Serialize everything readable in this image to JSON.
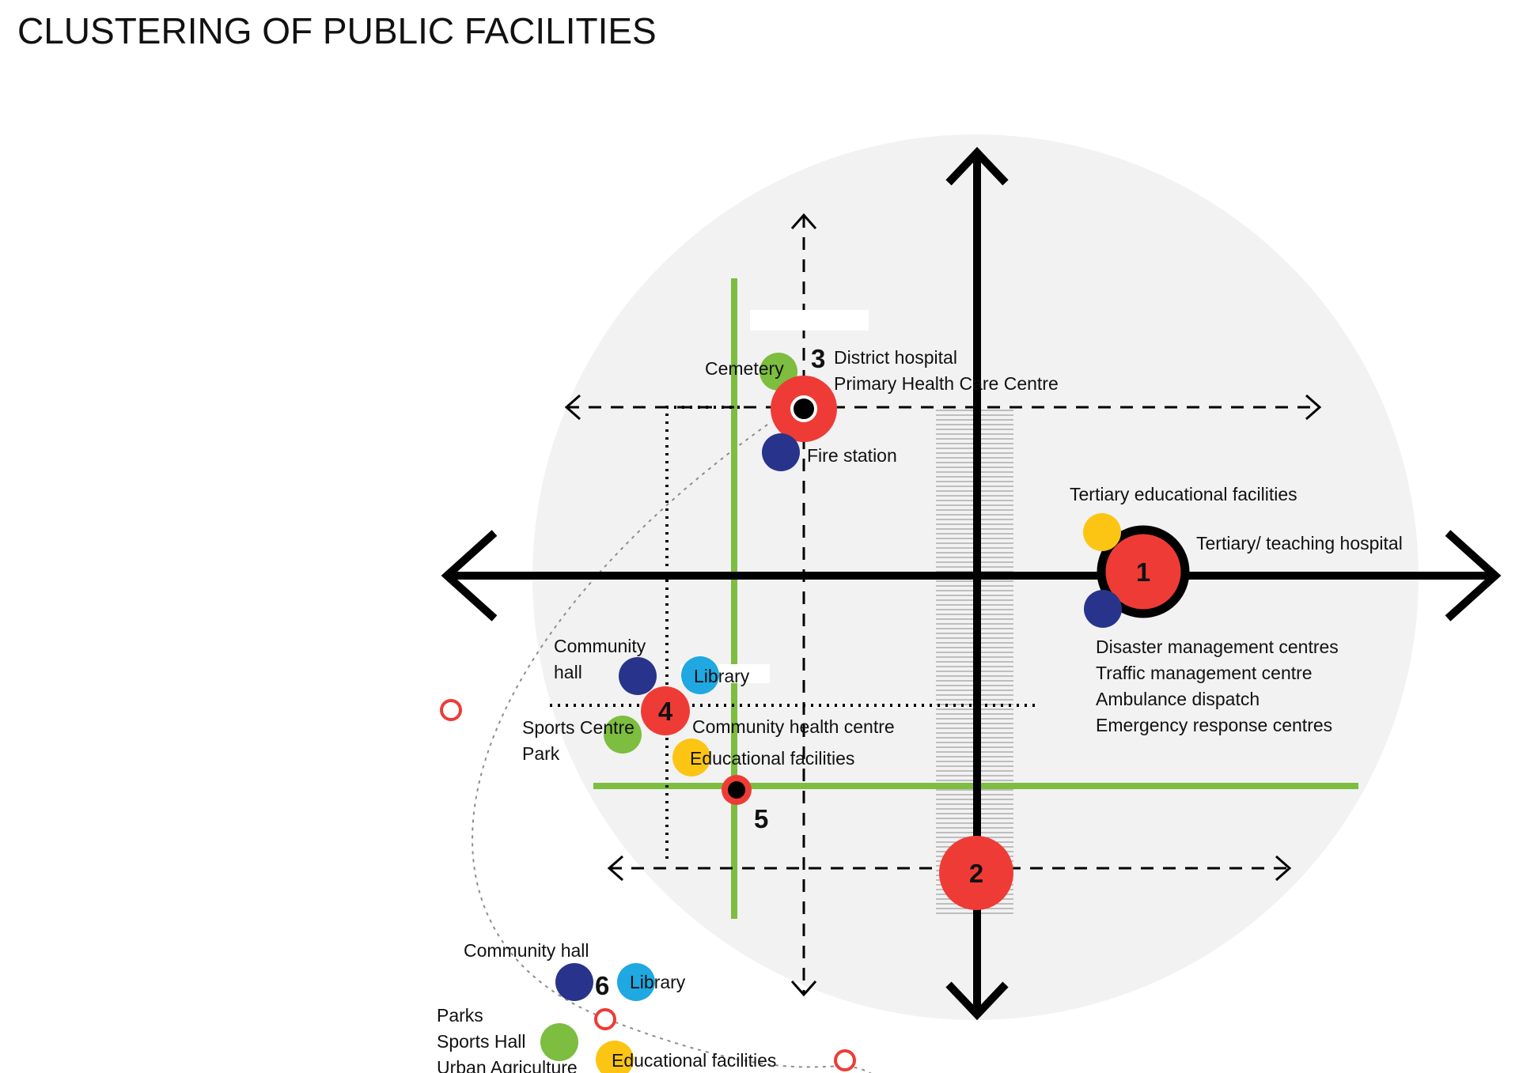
{
  "title": "CLUSTERING OF PUBLIC FACILITIES",
  "colors": {
    "background_disc": "#f2f2f2",
    "axis": "#000000",
    "node_red": "#ef3b36",
    "facility_blue": "#28348b",
    "facility_cyan": "#1fa8e1",
    "facility_green": "#7dbd3f",
    "facility_yellow": "#fcc514",
    "green_corridor": "#7dbd3f"
  },
  "nodes": {
    "n1": {
      "number": "1"
    },
    "n2": {
      "number": "2"
    },
    "n3": {
      "number": "3"
    },
    "n4": {
      "number": "4"
    },
    "n5": {
      "number": "5"
    },
    "n6": {
      "number": "6"
    }
  },
  "labels": {
    "n1_tertiary_educational": "Tertiary educational facilities",
    "n1_tertiary_hospital": "Tertiary/ teaching hospital",
    "n1_disaster": "Disaster management centres",
    "n1_traffic": "Traffic management centre",
    "n1_ambulance": "Ambulance dispatch",
    "n1_emergency": "Emergency response centres",
    "n3_cemetery": "Cemetery",
    "n3_district_hospital": "District hospital",
    "n3_primary_health": "Primary Health Care Centre",
    "n3_fire_station": "Fire station",
    "n4_community_line1": "Community",
    "n4_community_line2": "hall",
    "n4_library": "Library",
    "n4_sports_centre": "Sports Centre",
    "n4_park": "Park",
    "n4_community_health": "Community health centre",
    "n4_educational": "Educational facilities",
    "n6_community_hall": "Community hall",
    "n6_library": "Library",
    "n6_parks": "Parks",
    "n6_sports_hall": "Sports Hall",
    "n6_urban_agriculture": "Urban Agriculture",
    "n6_educational": "Educational facilities"
  }
}
